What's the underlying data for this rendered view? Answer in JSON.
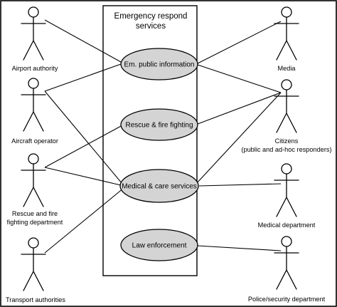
{
  "system": {
    "title_line1": "Emergency respond",
    "title_line2": "services"
  },
  "use_cases": {
    "public_information": "Em. public information",
    "rescue_fire_fighting": "Rescue & fire fighting",
    "medical_care": "Medical & care services",
    "law_enforcement": "Law enforcement"
  },
  "actors": {
    "airport_authority": "Airport authority",
    "aircraft_operator": "Aircraft operator",
    "rescue_fire_dept_line1": "Rescue and fire",
    "rescue_fire_dept_line2": "fighting department",
    "transport_authorities": "Transport authorities",
    "media": "Media",
    "citizens_line1": "Citizens",
    "citizens_line2": "(public and ad-hoc responders)",
    "medical_department": "Medical department",
    "police_security": "Police/security department"
  },
  "colors": {
    "use_case_fill": "#d4d4d4",
    "stroke": "#000000",
    "background": "#ffffff"
  }
}
